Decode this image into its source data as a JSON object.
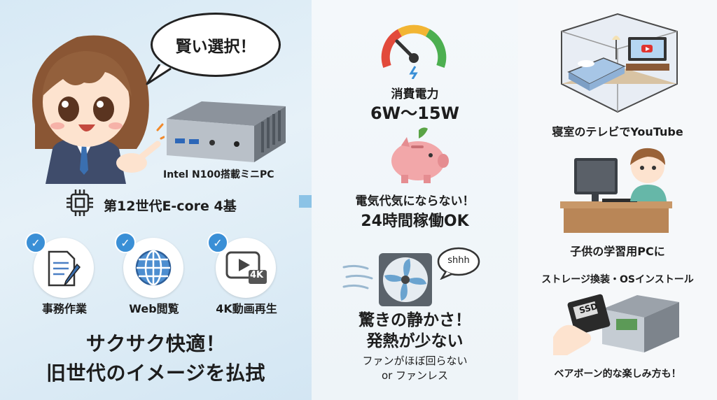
{
  "left": {
    "bubble_text": "賢い選択！",
    "minipc_caption": "Intel N100搭載ミニPC",
    "cpu_text": "第12世代E-core 4基",
    "features": [
      {
        "label": "事務作業",
        "icon": "document-pen-icon"
      },
      {
        "label": "Web閲覧",
        "icon": "globe-icon"
      },
      {
        "label": "4K動画再生",
        "icon": "video-4k-icon",
        "badge": "4K"
      }
    ],
    "headline_1": "サクサク快適！",
    "headline_2": "旧世代のイメージを払拭"
  },
  "middle": {
    "power_label": "消費電力",
    "power_value": "6W～15W",
    "cost_1": "電気代気にならない！",
    "cost_2": "24時間稼働OK",
    "fan_bubble": "shhh",
    "quiet_1": "驚きの静かさ！",
    "quiet_2": "発熱が少ない",
    "fan_1": "ファンがほぼ回らない",
    "fan_2": "or ファンレス"
  },
  "right": {
    "bedroom_caption": "寝室のテレビでYouTube",
    "kids_caption": "子供の学習用PCに",
    "storage_caption": "ストレージ換装・OSインストール",
    "ssd_label": "SSD",
    "barebone_caption": "ベアボーン的な楽しみ方も！"
  },
  "colors": {
    "accent_blue": "#3a8fd6",
    "arrow_blue": "#8cc3e6",
    "pig_pink": "#f2a7a9"
  }
}
